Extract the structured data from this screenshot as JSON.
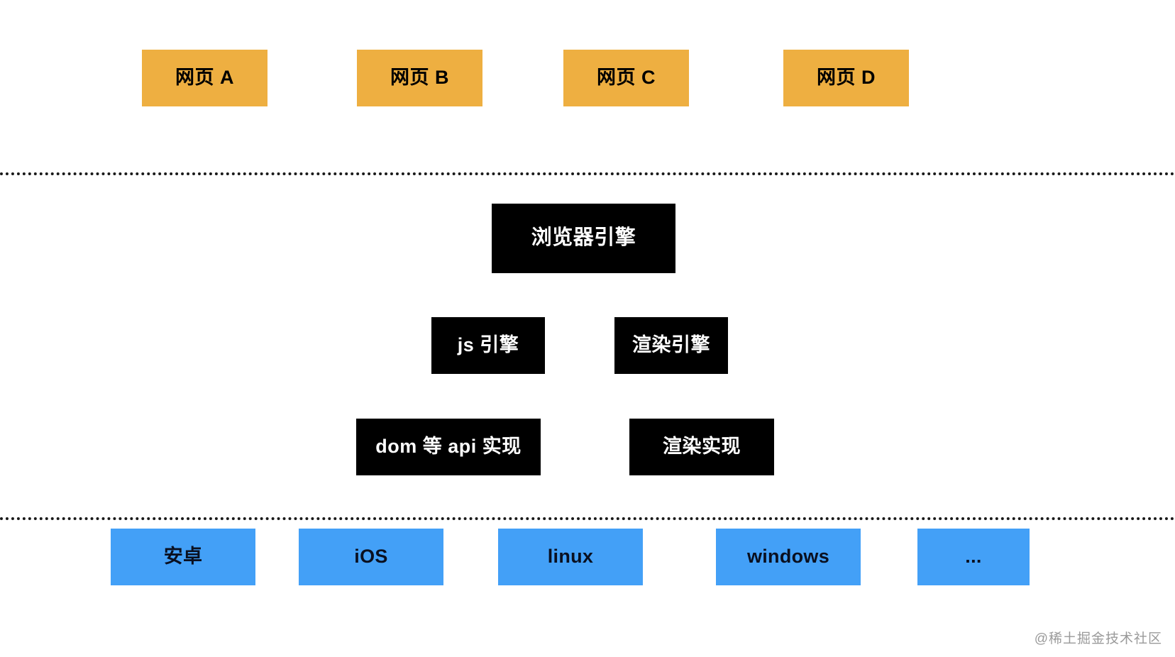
{
  "diagram": {
    "title": "browser-architecture-layers",
    "background_color": "#ffffff",
    "layers": {
      "pages": {
        "name": "web-pages-layer",
        "color": "#eeaf41",
        "text_color": "#000000",
        "items": [
          {
            "label": "网页 A"
          },
          {
            "label": "网页 B"
          },
          {
            "label": "网页 C"
          },
          {
            "label": "网页 D"
          }
        ]
      },
      "engine": {
        "name": "browser-engine-layer",
        "color": "#000000",
        "text_color": "#ffffff",
        "main": {
          "label": "浏览器引擎"
        },
        "sub": [
          {
            "label": "js 引擎"
          },
          {
            "label": "渲染引擎"
          }
        ],
        "impl": [
          {
            "label": "dom 等 api 实现"
          },
          {
            "label": "渲染实现"
          }
        ]
      },
      "os": {
        "name": "operating-system-layer",
        "color": "#43a0f7",
        "text_color": "#0a1020",
        "items": [
          {
            "label": "安卓"
          },
          {
            "label": "iOS"
          },
          {
            "label": "linux"
          },
          {
            "label": "windows"
          },
          {
            "label": "..."
          }
        ]
      }
    },
    "dividers": {
      "color": "#1a1a1a",
      "style": "dotted",
      "count": 2
    },
    "watermark": {
      "text": "@稀土掘金技术社区",
      "color": "#9a9a9a"
    }
  }
}
